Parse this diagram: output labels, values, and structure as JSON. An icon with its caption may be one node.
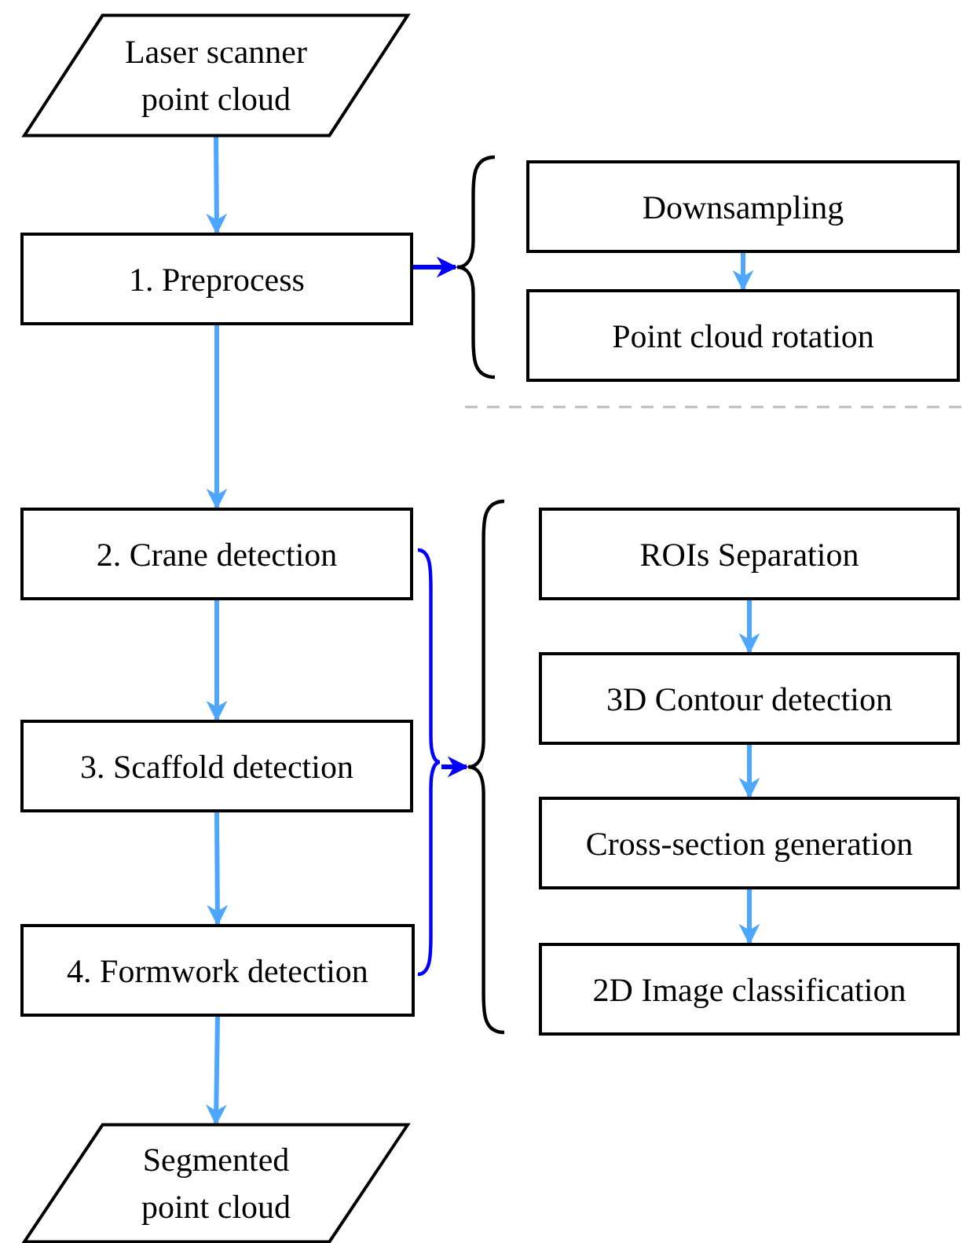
{
  "diagram": {
    "nodes": [
      {
        "text": [
          "Laser scanner point cloud"
        ]
      },
      {
        "text": [
          "1. Preprocess"
        ]
      },
      {
        "text": [
          "Downsampling"
        ]
      },
      {
        "text": [
          "Point cloud rotation"
        ]
      },
      {
        "text": [
          "2. Crane detection"
        ]
      },
      {
        "text": [
          "3. Scaffold detection"
        ]
      },
      {
        "text": [
          "4. Formwork detection"
        ]
      },
      {
        "text": [
          "Segmented point cloud"
        ]
      },
      {
        "text": [
          "ROIs Separation"
        ]
      },
      {
        "text": [
          "3D Contour detection"
        ]
      },
      {
        "text": [
          "Cross-section generation"
        ]
      },
      {
        "text": [
          "2D Image classification"
        ]
      },
      {
        "text": [],
        "shape": "brace"
      },
      {
        "text": [],
        "shape": "brace"
      },
      {
        "text": [],
        "shape": "brace"
      }
    ],
    "edges": [
      {
        "from": 0,
        "to": 1,
        "arrow": "to"
      },
      {
        "from": 1,
        "to": 4,
        "arrow": "to"
      },
      {
        "from": 4,
        "to": 5,
        "arrow": "to"
      },
      {
        "from": 5,
        "to": 6,
        "arrow": "to"
      },
      {
        "from": 6,
        "to": 7,
        "arrow": "to"
      },
      {
        "from": 2,
        "to": 3,
        "arrow": "to"
      },
      {
        "from": 8,
        "to": 9,
        "arrow": "to"
      },
      {
        "from": 9,
        "to": 10,
        "arrow": "to"
      },
      {
        "from": 10,
        "to": 11,
        "arrow": "to"
      },
      {
        "from": 1,
        "to": 12,
        "arrow": "to",
        "color": "#0000ff"
      },
      {
        "from": 13,
        "to": 14,
        "arrow": "to",
        "color": "#0000ff"
      }
    ]
  }
}
